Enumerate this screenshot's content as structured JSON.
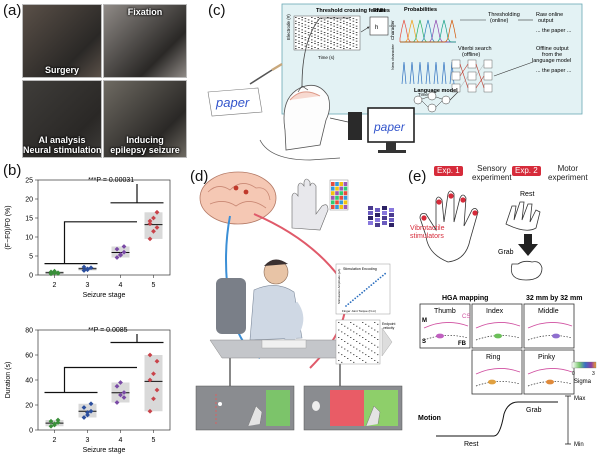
{
  "panels": {
    "a": {
      "label": "(a)",
      "photos": [
        {
          "caption": "Surgery",
          "color": "#5a5048"
        },
        {
          "caption": "Fixation",
          "color": "#8f8a86"
        },
        {
          "caption": "AI analysis\nNeural stimulation",
          "color": "#3f3d3a"
        },
        {
          "caption": "Inducing\nepilepsy seizure",
          "color": "#6e6a62"
        }
      ]
    },
    "b": {
      "label": "(b)",
      "top": {
        "sig": "***P = 0.00031",
        "ylabel": "(F−F0)/F0 (%)"
      },
      "bottom": {
        "sig": "**P = 0.0085",
        "ylabel": "Duration (s)"
      },
      "xlabel": "Seizure stage"
    },
    "c": {
      "label": "(c)",
      "handwriting": "paper",
      "monitor_text": "paper",
      "blocks": {
        "threshold": "Threshold crossing features",
        "rnn": "RNN",
        "probabilities": "Probabilities",
        "thresholding": "Thresholding\n(online)",
        "raw_output": "Raw online\noutput",
        "raw_output_value": "... the paper ...",
        "viterbi": "Viterbi search\n(offline)",
        "offline_output": "Offline output\nfrom the\nlanguage model",
        "offline_output_value": "... the paper ...",
        "language_model": "Language model",
        "new_character": "New\ncharacter",
        "time_axis": "Time (s)",
        "electrode_axis": "Electrode (#)",
        "character_axis": "Character"
      }
    },
    "d": {
      "label": "(d)",
      "plot_title": "Stimulation Encoding",
      "plot_xlabel": "Finger Joint Torque (N·m)",
      "plot_ylabel": "Stimulation Amplitude (μA)",
      "raster_label": "Endpoint\nvelocity"
    },
    "e": {
      "label": "(e)",
      "exp1_tag": "Exp. 1",
      "exp1_title": "Sensory\nexperiment",
      "exp2_tag": "Exp. 2",
      "exp2_title": "Motor\nexperiment",
      "vibro_label": "Vibrotactile\nstimulators",
      "rest_label": "Rest",
      "grab_label": "Grab",
      "hga_title": "HGA mapping",
      "scale_label": "32 mm by 32 mm",
      "fingers": [
        "Thumb",
        "Index",
        "Middle",
        "Ring",
        "Pinky"
      ],
      "map_labels": {
        "m": "M",
        "s": "S",
        "cs": "CS",
        "fb": "FB"
      },
      "colorbar": {
        "min": "0",
        "max": "3",
        "title": "Sigma"
      },
      "motion": {
        "title": "Motion",
        "rest": "Rest",
        "grab": "Grab",
        "max": "Max",
        "min": "Min"
      }
    }
  },
  "chart_data": [
    {
      "type": "scatter",
      "title": "",
      "xlabel": "Seizure stage",
      "ylabel": "(F−F0)/F0 (%)",
      "categories": [
        "2",
        "3",
        "4",
        "5"
      ],
      "ylim": [
        0,
        25
      ],
      "yticks": [
        0,
        5,
        10,
        15,
        20,
        25
      ],
      "annotation": "***P = 0.00031",
      "series": [
        {
          "name": "",
          "color": "#3a8f3a",
          "values": [
            0.3,
            0.5,
            0.6,
            0.8,
            1.0,
            0.4
          ]
        },
        {
          "name": "",
          "color": "#2c4f9e",
          "values": [
            1.2,
            1.6,
            1.9,
            2.1,
            1.4
          ]
        },
        {
          "name": "",
          "color": "#7a4aa6",
          "values": [
            4.6,
            5.4,
            6.0,
            6.8,
            5.2,
            7.5
          ]
        },
        {
          "name": "",
          "color": "#c9434a",
          "values": [
            9.5,
            11.5,
            12.5,
            13.5,
            15.0,
            16.5,
            14.2
          ]
        }
      ]
    },
    {
      "type": "scatter",
      "title": "",
      "xlabel": "Seizure stage",
      "ylabel": "Duration (s)",
      "categories": [
        "2",
        "3",
        "4",
        "5"
      ],
      "ylim": [
        0,
        80
      ],
      "yticks": [
        0,
        20,
        40,
        60,
        80
      ],
      "annotation": "**P = 0.0085",
      "series": [
        {
          "name": "",
          "color": "#3a8f3a",
          "values": [
            3,
            5,
            6,
            7,
            4,
            8
          ]
        },
        {
          "name": "",
          "color": "#2c4f9e",
          "values": [
            10,
            12,
            15,
            18,
            14,
            21
          ]
        },
        {
          "name": "",
          "color": "#7a4aa6",
          "values": [
            22,
            28,
            30,
            35,
            38,
            26
          ]
        },
        {
          "name": "",
          "color": "#c9434a",
          "values": [
            15,
            25,
            32,
            40,
            45,
            55,
            60
          ]
        }
      ]
    }
  ]
}
